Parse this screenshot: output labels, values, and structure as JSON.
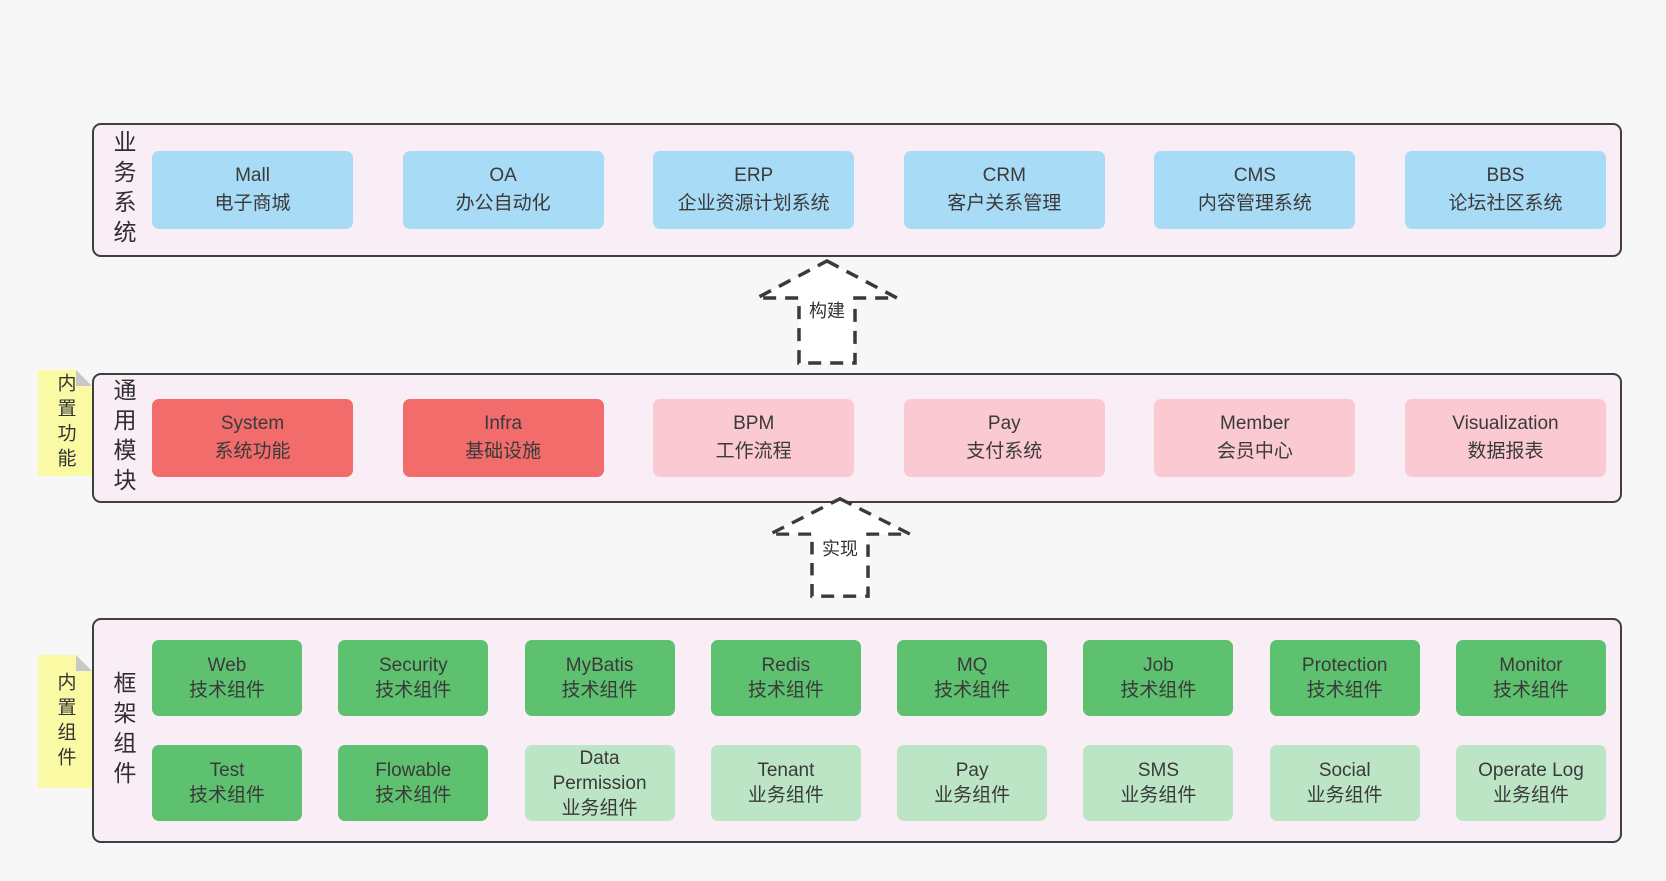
{
  "colors": {
    "page_bg": "#f7f7f7",
    "band_bg": "#f9eef6",
    "band_border": "#3f3f3f",
    "node_text": "#3a3a3a",
    "blue": "#a8dbf6",
    "red": "#f26c6c",
    "pink": "#fac9d2",
    "green_dark": "#5ec170",
    "green_light": "#bce5c5",
    "note_yellow": "#fafaa4",
    "note_fold": "#c8c8c8",
    "arrow": "#3a3a3a"
  },
  "arrows": [
    {
      "label": "构建"
    },
    {
      "label": "实现"
    }
  ],
  "bands": [
    {
      "label": "业务系统",
      "boxes": [
        {
          "title": "Mall",
          "subtitle": "电子商城",
          "variant": "blue"
        },
        {
          "title": "OA",
          "subtitle": "办公自动化",
          "variant": "blue"
        },
        {
          "title": "ERP",
          "subtitle": "企业资源计划系统",
          "variant": "blue"
        },
        {
          "title": "CRM",
          "subtitle": "客户关系管理",
          "variant": "blue"
        },
        {
          "title": "CMS",
          "subtitle": "内容管理系统",
          "variant": "blue"
        },
        {
          "title": "BBS",
          "subtitle": "论坛社区系统",
          "variant": "blue"
        }
      ]
    },
    {
      "label": "通用模块",
      "note": "内置功能",
      "boxes": [
        {
          "title": "System",
          "subtitle": "系统功能",
          "variant": "red"
        },
        {
          "title": "Infra",
          "subtitle": "基础设施",
          "variant": "red"
        },
        {
          "title": "BPM",
          "subtitle": "工作流程",
          "variant": "pink"
        },
        {
          "title": "Pay",
          "subtitle": "支付系统",
          "variant": "pink"
        },
        {
          "title": "Member",
          "subtitle": "会员中心",
          "variant": "pink"
        },
        {
          "title": "Visualization",
          "subtitle": "数据报表",
          "variant": "pink"
        }
      ]
    },
    {
      "label": "框架组件",
      "note": "内置组件",
      "rows": [
        [
          {
            "title": "Web",
            "subtitle": "技术组件",
            "variant": "green_dark"
          },
          {
            "title": "Security",
            "subtitle": "技术组件",
            "variant": "green_dark"
          },
          {
            "title": "MyBatis",
            "subtitle": "技术组件",
            "variant": "green_dark"
          },
          {
            "title": "Redis",
            "subtitle": "技术组件",
            "variant": "green_dark"
          },
          {
            "title": "MQ",
            "subtitle": "技术组件",
            "variant": "green_dark"
          },
          {
            "title": "Job",
            "subtitle": "技术组件",
            "variant": "green_dark"
          },
          {
            "title": "Protection",
            "subtitle": "技术组件",
            "variant": "green_dark"
          },
          {
            "title": "Monitor",
            "subtitle": "技术组件",
            "variant": "green_dark"
          }
        ],
        [
          {
            "title": "Test",
            "subtitle": "技术组件",
            "variant": "green_dark"
          },
          {
            "title": "Flowable",
            "subtitle": "技术组件",
            "variant": "green_dark"
          },
          {
            "title": "Data Permission",
            "subtitle": "业务组件",
            "variant": "green_light"
          },
          {
            "title": "Tenant",
            "subtitle": "业务组件",
            "variant": "green_light"
          },
          {
            "title": "Pay",
            "subtitle": "业务组件",
            "variant": "green_light"
          },
          {
            "title": "SMS",
            "subtitle": "业务组件",
            "variant": "green_light"
          },
          {
            "title": "Social",
            "subtitle": "业务组件",
            "variant": "green_light"
          },
          {
            "title": "Operate Log",
            "subtitle": "业务组件",
            "variant": "green_light"
          }
        ]
      ]
    }
  ]
}
